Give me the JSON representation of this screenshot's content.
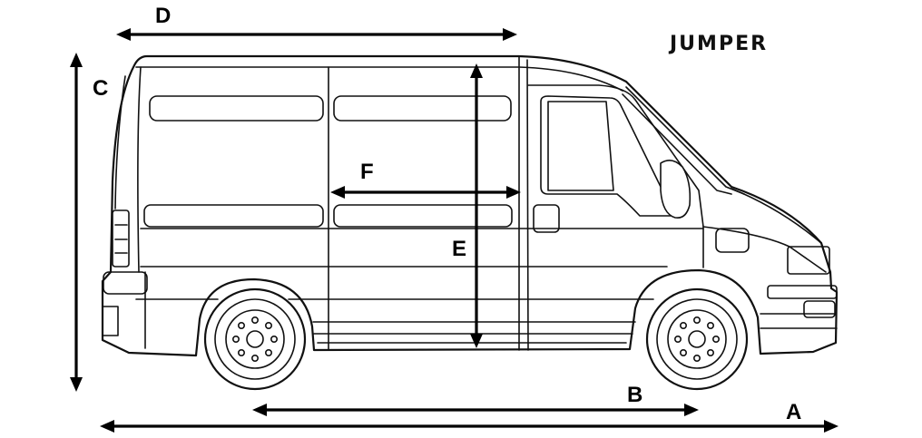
{
  "brand": {
    "text": "JUMPER"
  },
  "dimensions": {
    "A": "A",
    "B": "B",
    "C": "C",
    "D": "D",
    "E": "E",
    "F": "F"
  },
  "colors": {
    "line": "#111111",
    "background": "#ffffff"
  }
}
